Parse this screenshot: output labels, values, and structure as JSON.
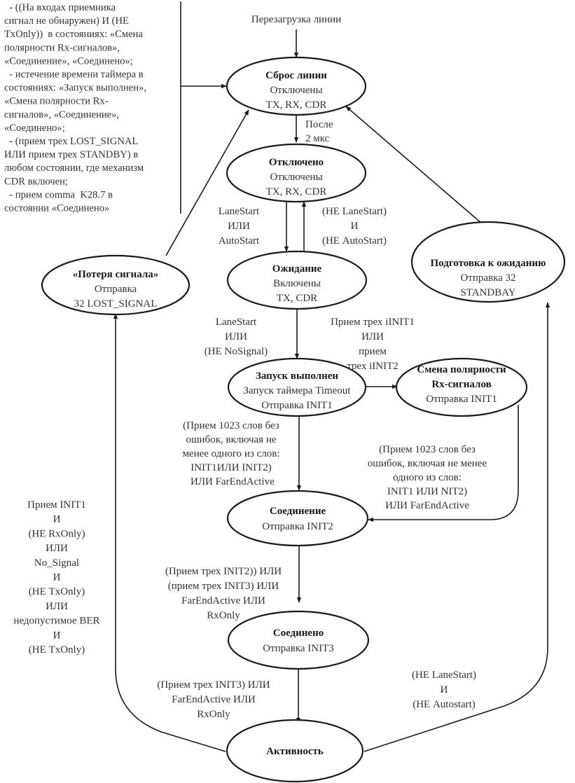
{
  "diagram": {
    "title": "Перезагрузка линии",
    "note": {
      "lines": [
        "  - ((На входах приемника",
        "сигнал не обнаружен) И (НЕ",
        "TxOnly))  в состояниях: «Смена",
        "полярности Rx-сигналов»,",
        "«Соединение», «Соединено»;",
        "  - истечение времени таймера в",
        "состояниях: «Запуск выполнен»,",
        "«Смена полярности Rx-",
        "сигналов», «Соединение»,",
        "«Соединено»;",
        "  - (прием трех LOST_SIGNAL",
        "ИЛИ прием трех STANDBY) в",
        "любом состоянии, где механизм",
        "CDR включен;",
        "  - прием comma  K28.7 в",
        "состоянии «Соединено»"
      ]
    },
    "nodes": [
      {
        "id": "reset",
        "title": "Сброс линии",
        "lines": [
          "Отключены",
          "TX, RX, CDR"
        ]
      },
      {
        "id": "disabled",
        "title": "Отключено",
        "lines": [
          "Отключены",
          "TX, RX, CDR"
        ]
      },
      {
        "id": "waiting",
        "title": "Ожидание",
        "lines": [
          "Включены",
          "TX, CDR"
        ]
      },
      {
        "id": "lost",
        "title": "«Потеря сигнала»",
        "lines": [
          "Отправка",
          "32 LOST_SIGNAL"
        ]
      },
      {
        "id": "prep",
        "title": "Подготовка к ожиданию",
        "lines": [
          "Отправка 32",
          "STANDBAY"
        ]
      },
      {
        "id": "started",
        "title": "Запуск выполнен",
        "lines": [
          "Запуск таймера Timeout",
          "Отправка INIT1"
        ]
      },
      {
        "id": "polarity",
        "title": "Смена полярности",
        "title2": "Rx-сигналов",
        "lines": [
          "Отправка INIT1"
        ]
      },
      {
        "id": "connecting",
        "title": "Соединение",
        "lines": [
          "Отправка INIT2"
        ]
      },
      {
        "id": "connected",
        "title": "Соединено",
        "lines": [
          "Отправка INIT3"
        ]
      },
      {
        "id": "active",
        "title": "Активность",
        "lines": []
      }
    ],
    "edge_labels": {
      "reset_to_disabled": [
        "После",
        "2 мкс"
      ],
      "disabled_to_waiting": [
        "LaneStart",
        "ИЛИ",
        "AutoStart"
      ],
      "waiting_to_disabled": [
        "(НЕ LaneStart)",
        "И",
        "(НЕ AutoStart)"
      ],
      "waiting_to_started": [
        "LaneStart",
        "ИЛИ",
        "(НЕ NoSignal)"
      ],
      "started_to_polarity": [
        "Прием трех iINIT1",
        "ИЛИ",
        "прием",
        "трех iINIT2"
      ],
      "started_to_connecting": [
        "(Прием 1023 слов без",
        "ошибок, включая не",
        "менее одного из слов:",
        "INIT1ИЛИ INIT2)",
        " ИЛИ FarEndActive"
      ],
      "polarity_to_connecting": [
        "(Прием 1023 слов без",
        "ошибок, включая не менее",
        "одного из слов:",
        "INIT1 ИЛИ NIT2)",
        "ИЛИ FarEndActive"
      ],
      "connecting_to_connected": [
        "(Прием трех INIT2)) ИЛИ",
        "(прием трех INIT3) ИЛИ",
        "FarEndActive ИЛИ",
        "RxOnly"
      ],
      "connected_to_active": [
        "(Прием трех INIT3) ИЛИ",
        "FarEndActive ИЛИ",
        "RxOnly"
      ],
      "active_to_lost": [
        "Прием INIT1",
        "И",
        "(НЕ RxOnly)",
        "ИЛИ",
        "No_Signal",
        "И",
        "(НЕ TxOnly)",
        "ИЛИ",
        "недопустимое BER",
        "И",
        "(НЕ TxOnly)"
      ],
      "active_to_prep": [
        "(НЕ LaneStart)",
        "И",
        "(НЕ Autostart)"
      ]
    }
  }
}
